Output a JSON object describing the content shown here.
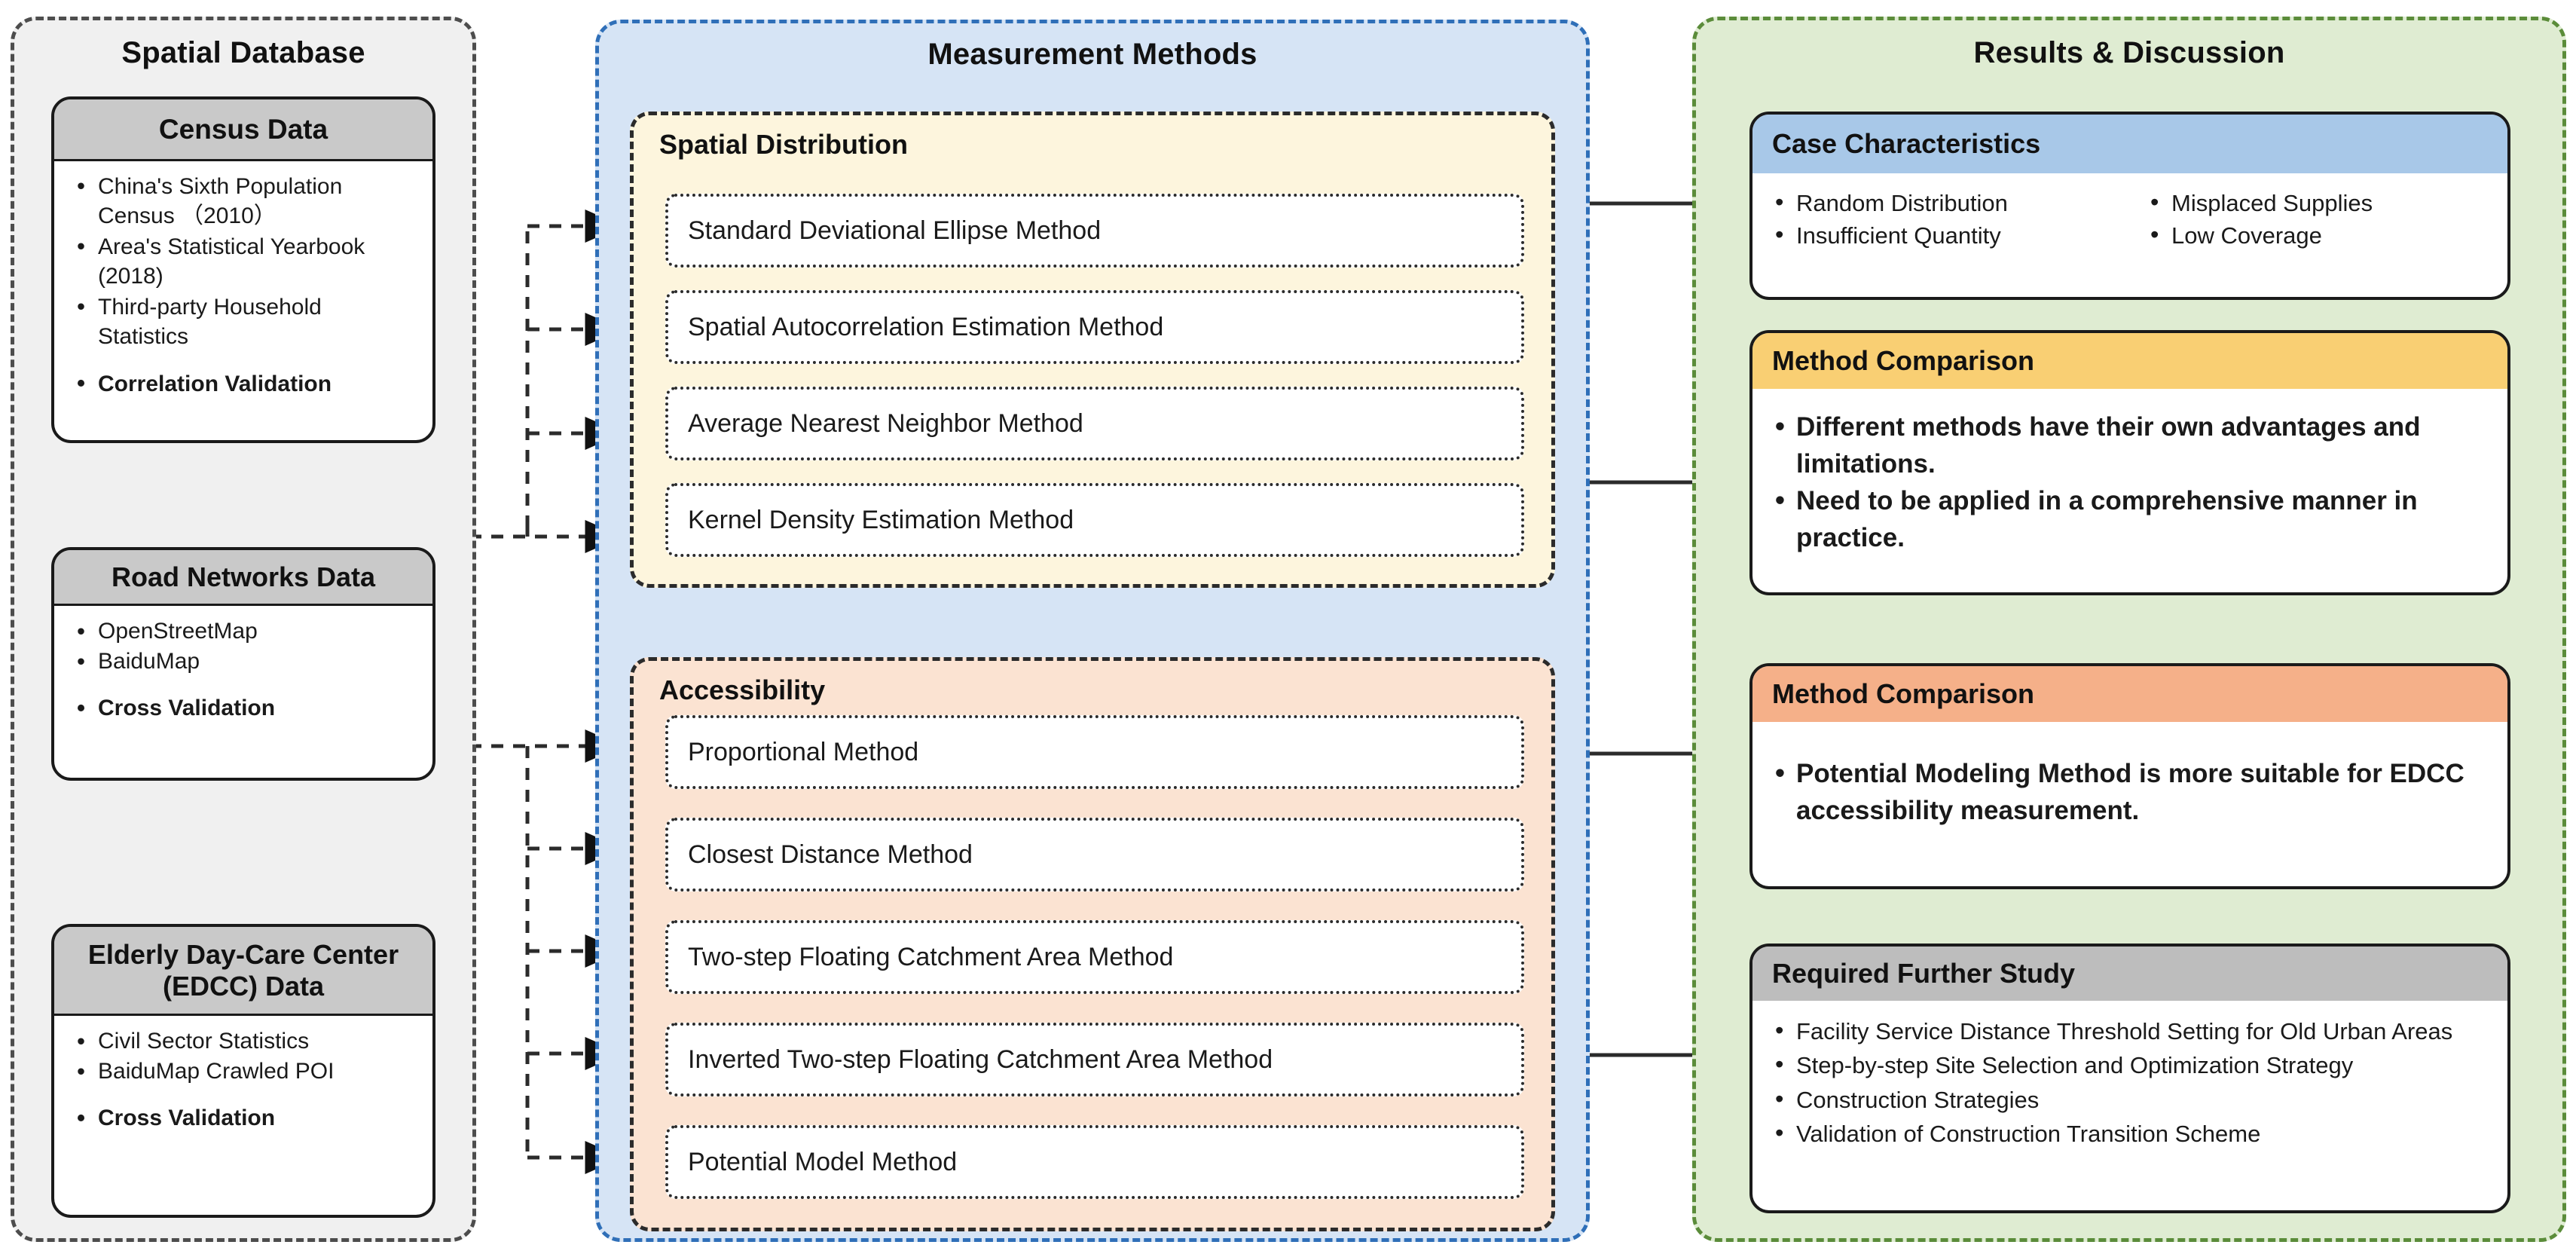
{
  "panels": {
    "database": {
      "title": "Spatial Database"
    },
    "methods": {
      "title": "Measurement Methods"
    },
    "results": {
      "title": "Results & Discussion"
    }
  },
  "database": {
    "census": {
      "title": "Census Data",
      "items": [
        "China's Sixth Population Census （2010）",
        "Area's Statistical Yearbook (2018)",
        "Third-party Household Statistics",
        "Correlation Validation"
      ]
    },
    "road": {
      "title": "Road Networks Data",
      "items": [
        "OpenStreetMap",
        "BaiduMap",
        "Cross  Validation"
      ]
    },
    "edcc": {
      "title": "Elderly Day-Care Center (EDCC) Data",
      "items": [
        "Civil Sector Statistics",
        "BaiduMap Crawled POI",
        "Cross  Validation"
      ]
    }
  },
  "methods": {
    "spatial": {
      "title": "Spatial Distribution",
      "items": [
        "Standard Deviational Ellipse Method",
        "Spatial Autocorrelation Estimation Method",
        "Average Nearest Neighbor Method",
        "Kernel Density Estimation Method"
      ]
    },
    "accessibility": {
      "title": "Accessibility",
      "items": [
        "Proportional Method",
        "Closest Distance Method",
        "Two-step Floating Catchment Area Method",
        "Inverted Two-step Floating Catchment Area Method",
        "Potential Model Method"
      ]
    }
  },
  "results": {
    "case": {
      "title": "Case Characteristics",
      "column_a": [
        "Random Distribution",
        "Insufficient Quantity"
      ],
      "column_b": [
        "Misplaced Supplies",
        "Low Coverage"
      ]
    },
    "method_comparison_1": {
      "title": "Method Comparison",
      "items": [
        "Different methods have their own advantages and limitations.",
        "Need to be applied in a comprehensive manner in practice."
      ]
    },
    "method_comparison_2": {
      "title": "Method Comparison",
      "items": [
        "Potential Modeling Method is more suitable for EDCC accessibility measurement."
      ]
    },
    "further_study": {
      "title": "Required Further Study",
      "items": [
        "Facility Service Distance Threshold Setting for Old Urban Areas",
        "Step-by-step Site Selection and Optimization Strategy",
        "Construction Strategies",
        "Validation of Construction Transition Scheme"
      ]
    }
  },
  "colors": {
    "database_panel": "#f0f0f0",
    "database_panel_border": "#4d4d4d",
    "methods_panel": "#d6e4f5",
    "methods_panel_border": "#2f6fb8",
    "results_panel": "#dfecd2",
    "results_panel_border": "#5b8c3a",
    "spatial_group": "#fdf5dd",
    "accessibility_group": "#fbe3d2",
    "case_header": "#a8c8e8",
    "method_comparison_1_header": "#f9cf73",
    "method_comparison_2_header": "#f5b089",
    "grey_header": "#c9c9c9"
  }
}
